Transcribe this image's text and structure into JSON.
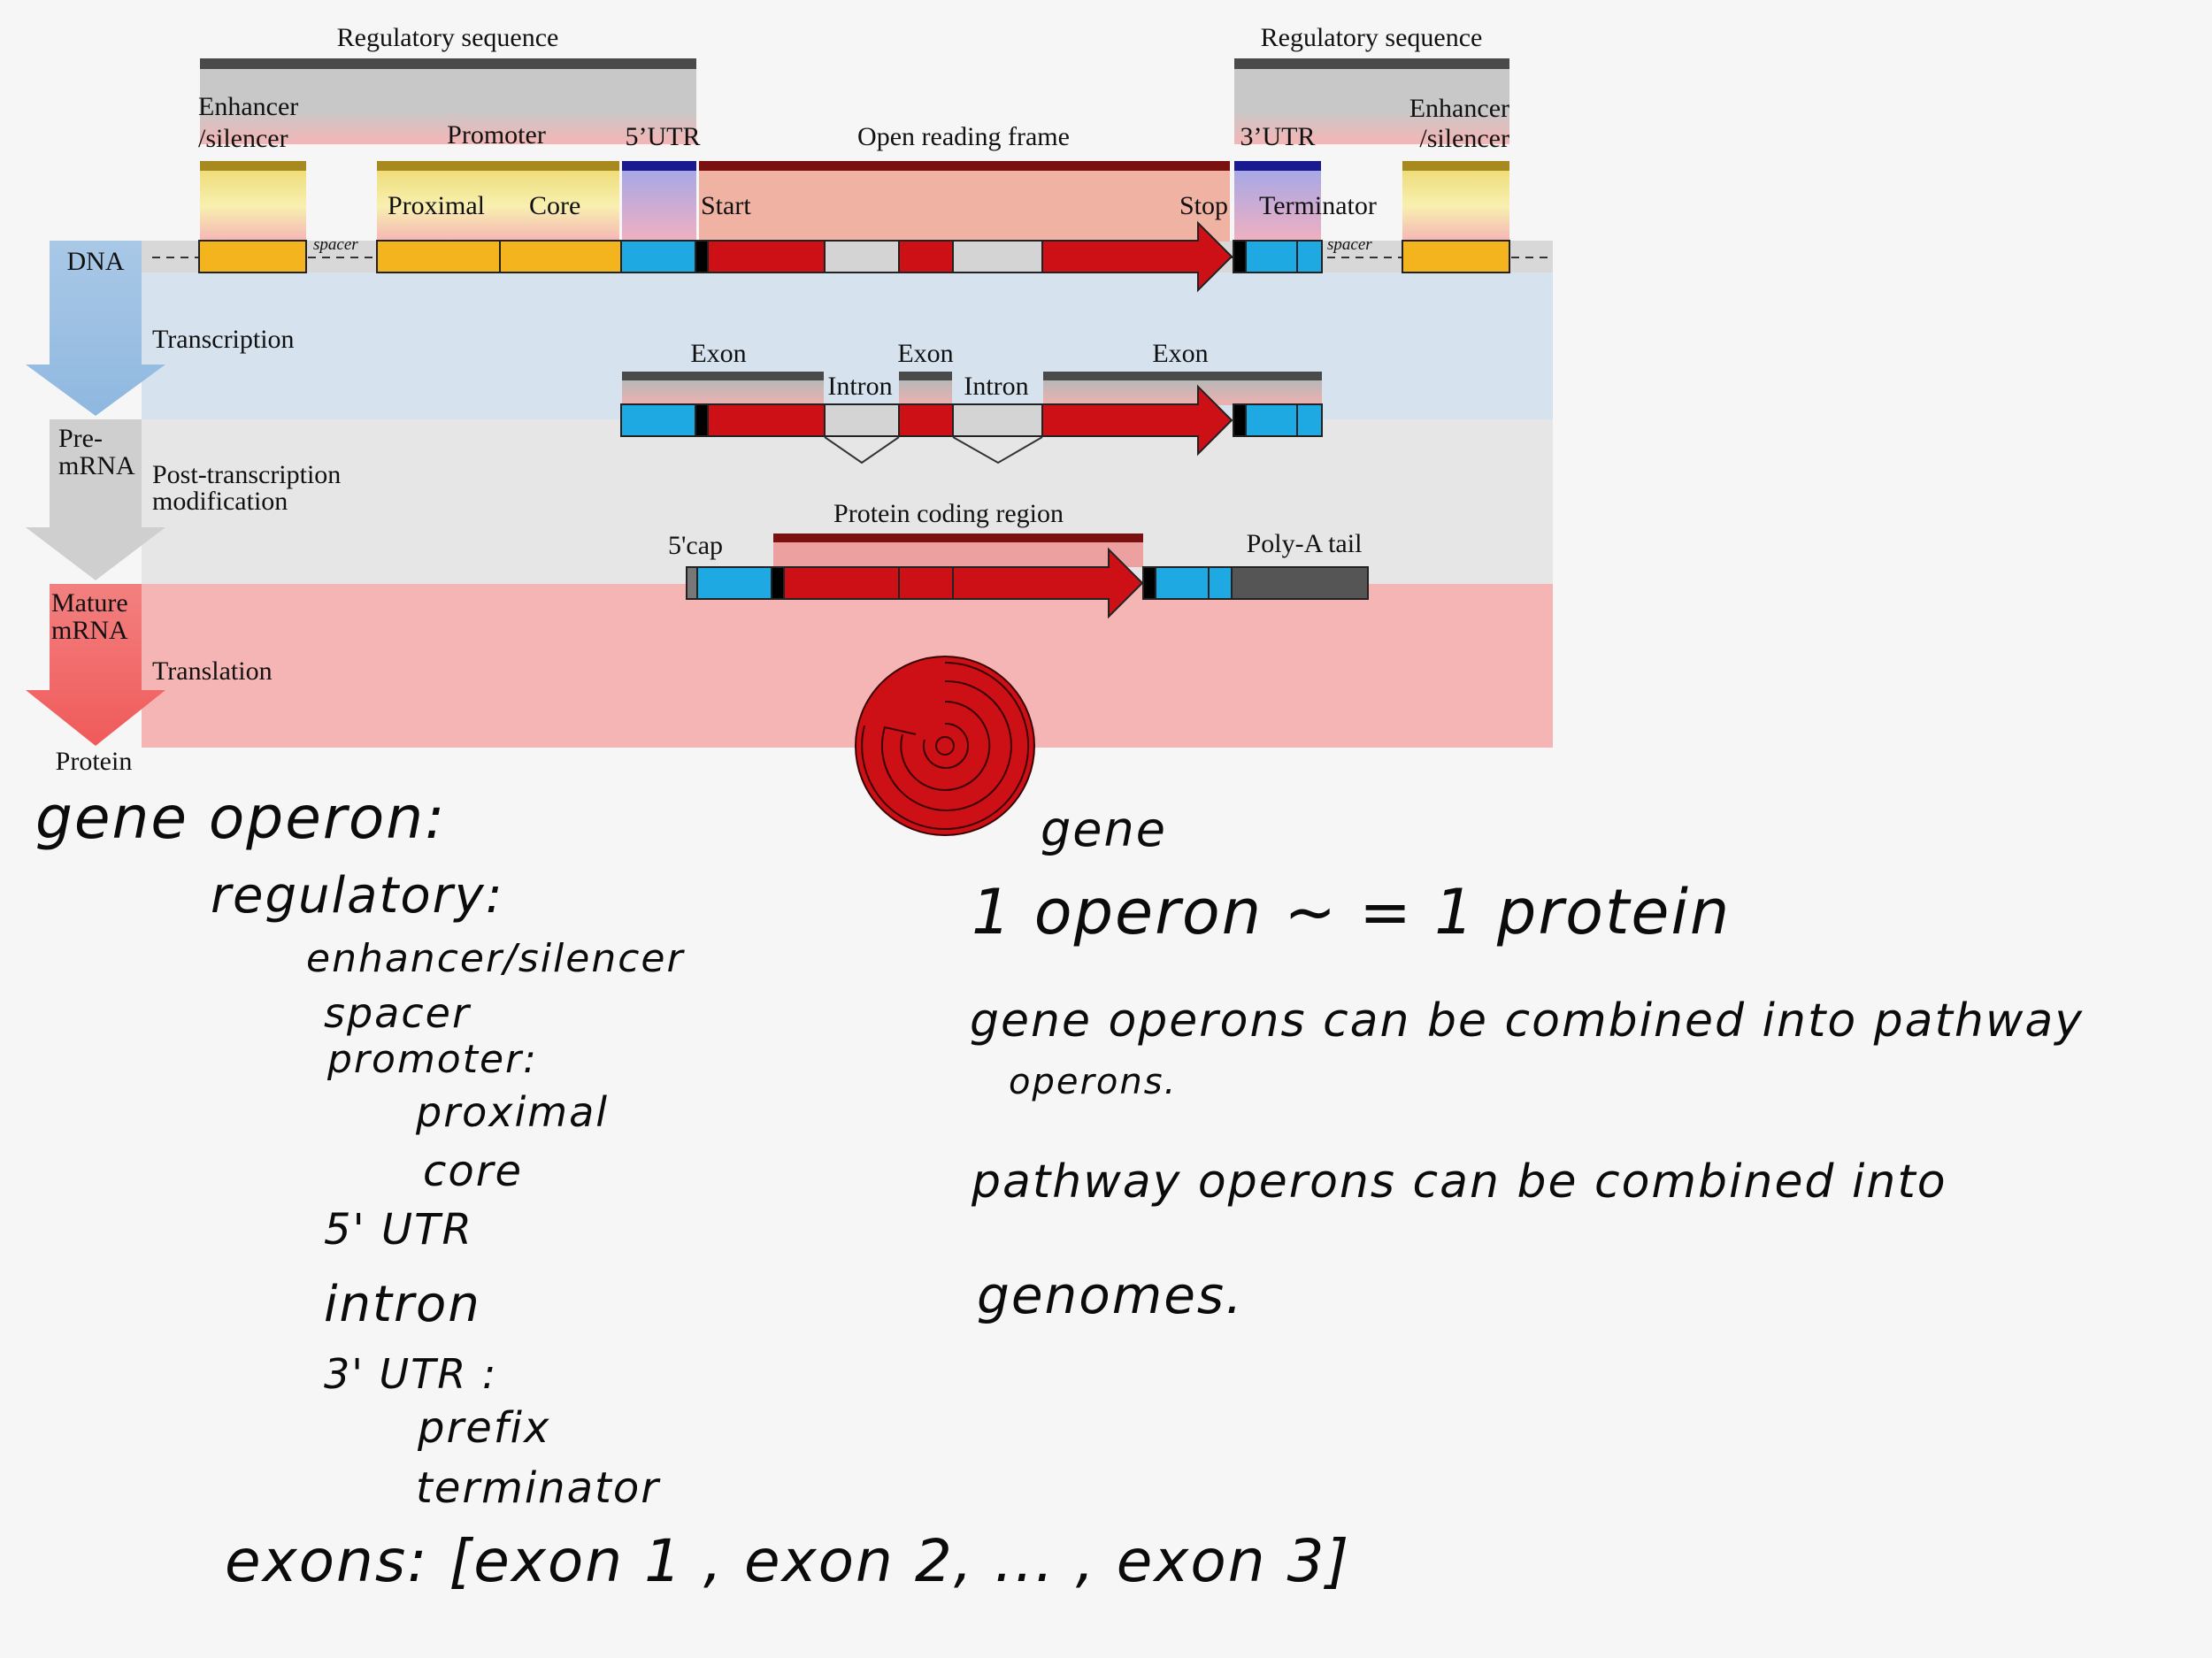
{
  "colors": {
    "background": "#f6f6f6",
    "band_dna": "#d6e2ee",
    "band_premrna": "#e6e6e6",
    "band_mrna": "#f5b5b5",
    "enhancer": "#f4b41e",
    "utr": "#1fa9e2",
    "exon": "#cc1015",
    "intron": "#d4d4d4",
    "polya": "#555555",
    "regulatory_bar": "#4a4a4a",
    "promoter_bar": "#a8891e",
    "utr_bar": "#1a1a90",
    "orf_bar": "#7a1010",
    "arrow_dna": "#9dc1e2",
    "arrow_premrna": "#cfcfcf",
    "arrow_mrna": "#f06a6a"
  },
  "diagram": {
    "regulatory_left": "Regulatory sequence",
    "regulatory_right": "Regulatory sequence",
    "enhancer_left": [
      "Enhancer",
      "/silencer"
    ],
    "enhancer_right": [
      "Enhancer",
      "/silencer"
    ],
    "promoter": "Promoter",
    "utr5": "5’UTR",
    "orf": "Open reading frame",
    "utr3": "3’UTR",
    "proximal": "Proximal",
    "core": "Core",
    "start": "Start",
    "stop": "Stop",
    "terminator": "Terminator",
    "spacer": "spacer",
    "dna": "DNA",
    "transcription": "Transcription",
    "exon": "Exon",
    "intron": "Intron",
    "premrna": [
      "Pre-",
      "mRNA"
    ],
    "post_transcription": [
      "Post-transcription",
      "modification"
    ],
    "protein_coding_region": "Protein coding region",
    "cap5": "5'cap",
    "polya_tail": "Poly-A tail",
    "mature_mrna": [
      "Mature",
      "mRNA"
    ],
    "translation": "Translation",
    "protein": "Protein"
  },
  "notes": {
    "heading": "gene operon:",
    "regulatory": "regulatory:",
    "enhancer_silencer": "enhancer/silencer",
    "spacer": "spacer",
    "promoter": "promoter:",
    "proximal": "proximal",
    "core": "core",
    "utr5": "5' UTR",
    "intron": "intron",
    "utr3": "3' UTR :",
    "prefix": "prefix",
    "terminator": "terminator",
    "exons": "exons: [exon 1 , exon 2, ... , exon 3]",
    "gene_superscript": "gene",
    "one_operon": "1 operon ~ = 1 protein",
    "pathway_line1": "gene operons can be combined into pathway",
    "pathway_line2": "operons.",
    "genome_line1": "pathway operons can be combined into",
    "genome_line2": "genomes."
  }
}
